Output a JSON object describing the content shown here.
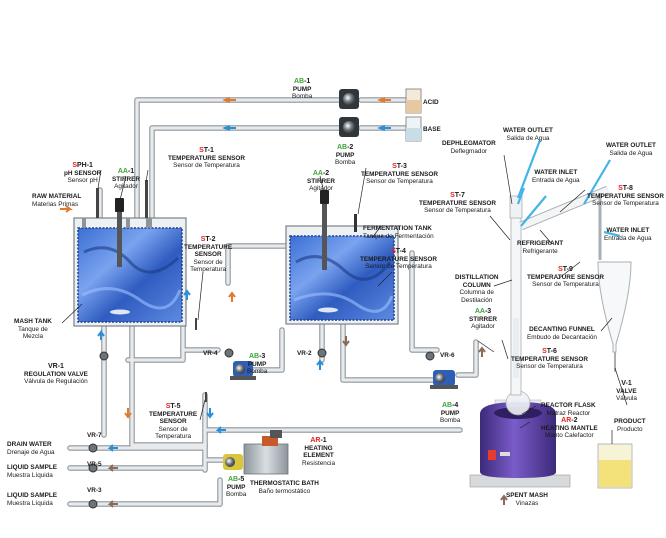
{
  "colors": {
    "hot_arrow": "#e27a2e",
    "cold_arrow": "#2a8fd6",
    "water_line": "#43b4e6",
    "tank_blue": "#2e67c9",
    "pipe": "#cfd4d8",
    "pipe_edge": "#8e959a",
    "mantle": "#5b3fa3"
  },
  "labels": {
    "ab1": {
      "p1": "AB",
      "p2": "-1",
      "t1": "PUMP",
      "t2": "Bomba"
    },
    "ab2": {
      "p1": "AB",
      "p2": "-2",
      "t1": "PUMP",
      "t2": "Bomba"
    },
    "acid": "ACID",
    "base": "BASE",
    "sph1": {
      "p1": "S",
      "p2": "PH-1",
      "t1": "pH SENSOR",
      "t2": "Sensor pH"
    },
    "aa1": {
      "p1": "AA",
      "p2": "-1",
      "t1": "STIRRER",
      "t2": "Agitador"
    },
    "st1": {
      "p1": "S",
      "p2": "T-1",
      "t1": "TEMPERATURE SENSOR",
      "t2": "Sensor de Temperatura"
    },
    "aa2": {
      "p1": "AA",
      "p2": "-2",
      "t1": "STIRRER",
      "t2": "Agitador"
    },
    "st3": {
      "p1": "S",
      "p2": "T-3",
      "t1": "TEMPERATURE SENSOR",
      "t2": "Sensor de Temperatura"
    },
    "raw": {
      "t1": "RAW MATERIAL",
      "t2": "Materias Primas"
    },
    "st2": {
      "p1": "S",
      "p2": "T-2",
      "t1": "TEMPERATURE",
      "t2": "SENSOR",
      "t3": "Sensor de",
      "t4": "Temperatura"
    },
    "ferm": {
      "t1": "FERMENTATION TANK",
      "t2": "Tanque de Fermentación"
    },
    "st4": {
      "p1": "S",
      "p2": "T-4",
      "t1": "TEMPERATURE SENSOR",
      "t2": "Sensor de Temperatura"
    },
    "mash": {
      "t1": "MASH TANK",
      "t2": "Tanque de",
      "t3": "Mezcla"
    },
    "vr1": {
      "p1": "VR",
      "p2": "-1",
      "t1": "REGULATION VALVE",
      "t2": "Válvula de Regulación"
    },
    "vr4": "VR-4",
    "ab3": {
      "p1": "AB",
      "p2": "-3",
      "t1": "PUMP",
      "t2": "Bomba"
    },
    "vr2": "VR-2",
    "vr6": "VR-6",
    "ab4": {
      "p1": "AB",
      "p2": "-4",
      "t1": "PUMP",
      "t2": "Bomba"
    },
    "st5": {
      "p1": "S",
      "p2": "T-5",
      "t1": "TEMPERATURE",
      "t2": "SENSOR",
      "t3": "Sensor de",
      "t4": "Temperatura"
    },
    "ar1": {
      "p1": "AR",
      "p2": "-1",
      "t1": "HEATING",
      "t2": "ELEMENT",
      "t3": "Resistencia"
    },
    "ab5": {
      "p1": "AB",
      "p2": "-5",
      "t1": "PUMP",
      "t2": "Bomba"
    },
    "thermo": {
      "t1": "THERMOSTATIC BATH",
      "t2": "Baño termostático"
    },
    "drain": {
      "t1": "DRAIN WATER",
      "t2": "Drenaje de Agua"
    },
    "vr7": "VR-7",
    "ls1": {
      "t1": "LIQUID SAMPLE",
      "t2": "Muestra Líquida"
    },
    "vr5": "VR-5",
    "ls2": {
      "t1": "LIQUID SAMPLE",
      "t2": "Muestra Líquida"
    },
    "vr3": "VR-3",
    "wo1": {
      "t1": "WATER OUTLET",
      "t2": "Salida de Agua"
    },
    "deph": {
      "t1": "DEPHLEGMATOR",
      "t2": "Deflegmador"
    },
    "wo2": {
      "t1": "WATER OUTLET",
      "t2": "Salida de Agua"
    },
    "wi1": {
      "t1": "WATER INLET",
      "t2": "Entrada de Agua"
    },
    "st7": {
      "p1": "S",
      "p2": "T-7",
      "t1": "TEMPERATURE SENSOR",
      "t2": "Sensor de Temperatura"
    },
    "st8": {
      "p1": "S",
      "p2": "T-8",
      "t1": "TEMPERATURE SENSOR",
      "t2": "Sensor de Temperatura"
    },
    "refr": {
      "t1": "REFRIGERANT",
      "t2": "Refrigerante"
    },
    "wi2": {
      "t1": "WATER INLET",
      "t2": "Entrada de Agua"
    },
    "st9": {
      "p1": "S",
      "p2": "T-9",
      "t1": "TEMPERATURE SENSOR",
      "t2": "Sensor de Temperatura"
    },
    "dist": {
      "t1": "DISTILLATION",
      "t2": "COLUMN",
      "t3": "Columna de",
      "t4": "Destilación"
    },
    "aa3": {
      "p1": "AA",
      "p2": "-3",
      "t1": "STIRRER",
      "t2": "Agitador"
    },
    "decant": {
      "t1": "DECANTING FUNNEL",
      "t2": "Embudo de Decantación"
    },
    "st6": {
      "p1": "S",
      "p2": "T-6",
      "t1": "TEMPERATURE SENSOR",
      "t2": "Sensor de Temperatura"
    },
    "v1": {
      "p1": "V",
      "p2": "-1",
      "t1": "VALVE",
      "t2": "Válvula"
    },
    "reactor": {
      "t1": "REACTOR FLASK",
      "t2": "Matraz Reactor"
    },
    "ar2": {
      "p1": "AR",
      "p2": "-2",
      "t1": "HEATING MANTLE",
      "t2": "Manto Calefactor"
    },
    "product": {
      "t1": "PRODUCT",
      "t2": "Producto"
    },
    "spent": {
      "t1": "SPENT MASH",
      "t2": "Vinazas"
    }
  }
}
